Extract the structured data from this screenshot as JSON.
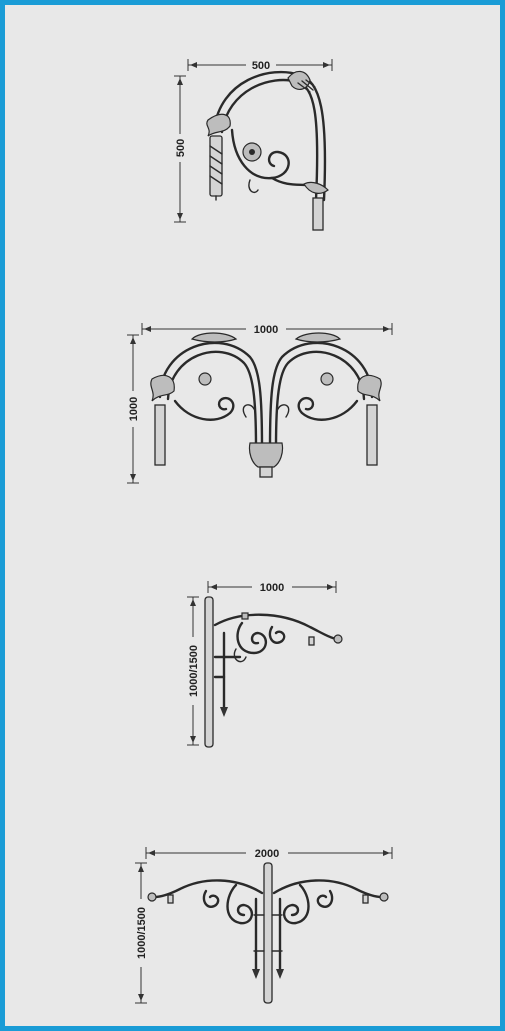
{
  "frame": {
    "border_color": "#1a9cd6",
    "background": "#e8e8e8"
  },
  "brackets": [
    {
      "width_label": "500",
      "height_label": "500"
    },
    {
      "width_label": "1000",
      "height_label": "1000"
    },
    {
      "width_label": "1000",
      "height_label": "1000/1500"
    },
    {
      "width_label": "2000",
      "height_label": "1000/1500"
    }
  ]
}
